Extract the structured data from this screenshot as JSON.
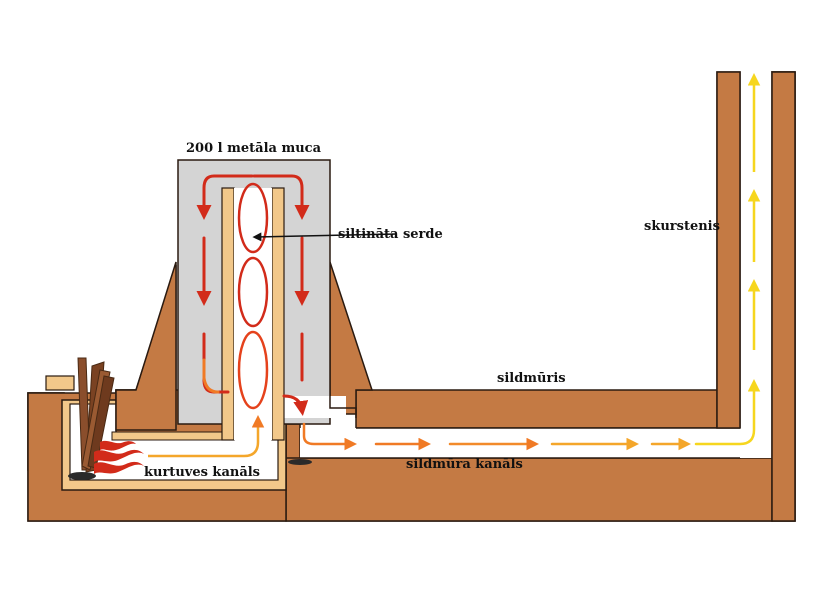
{
  "labels": {
    "barrel": "200 l metāla muca",
    "core": "siltināta serde",
    "chimney": "skurstenis",
    "bench": "sildmūris",
    "bench_channel": "sildmūra kanāls",
    "firebox_channel": "kurtuves kanāls"
  },
  "colors": {
    "masonry": "#c47a44",
    "insulation": "#f2c88a",
    "barrel": "#d4d4d4",
    "outline": "#2a1a10",
    "hot": "#d22b1a",
    "mid": "#f07a25",
    "warm": "#f4a62a",
    "cool": "#f6d61e",
    "wood": "#8a4e2c"
  }
}
